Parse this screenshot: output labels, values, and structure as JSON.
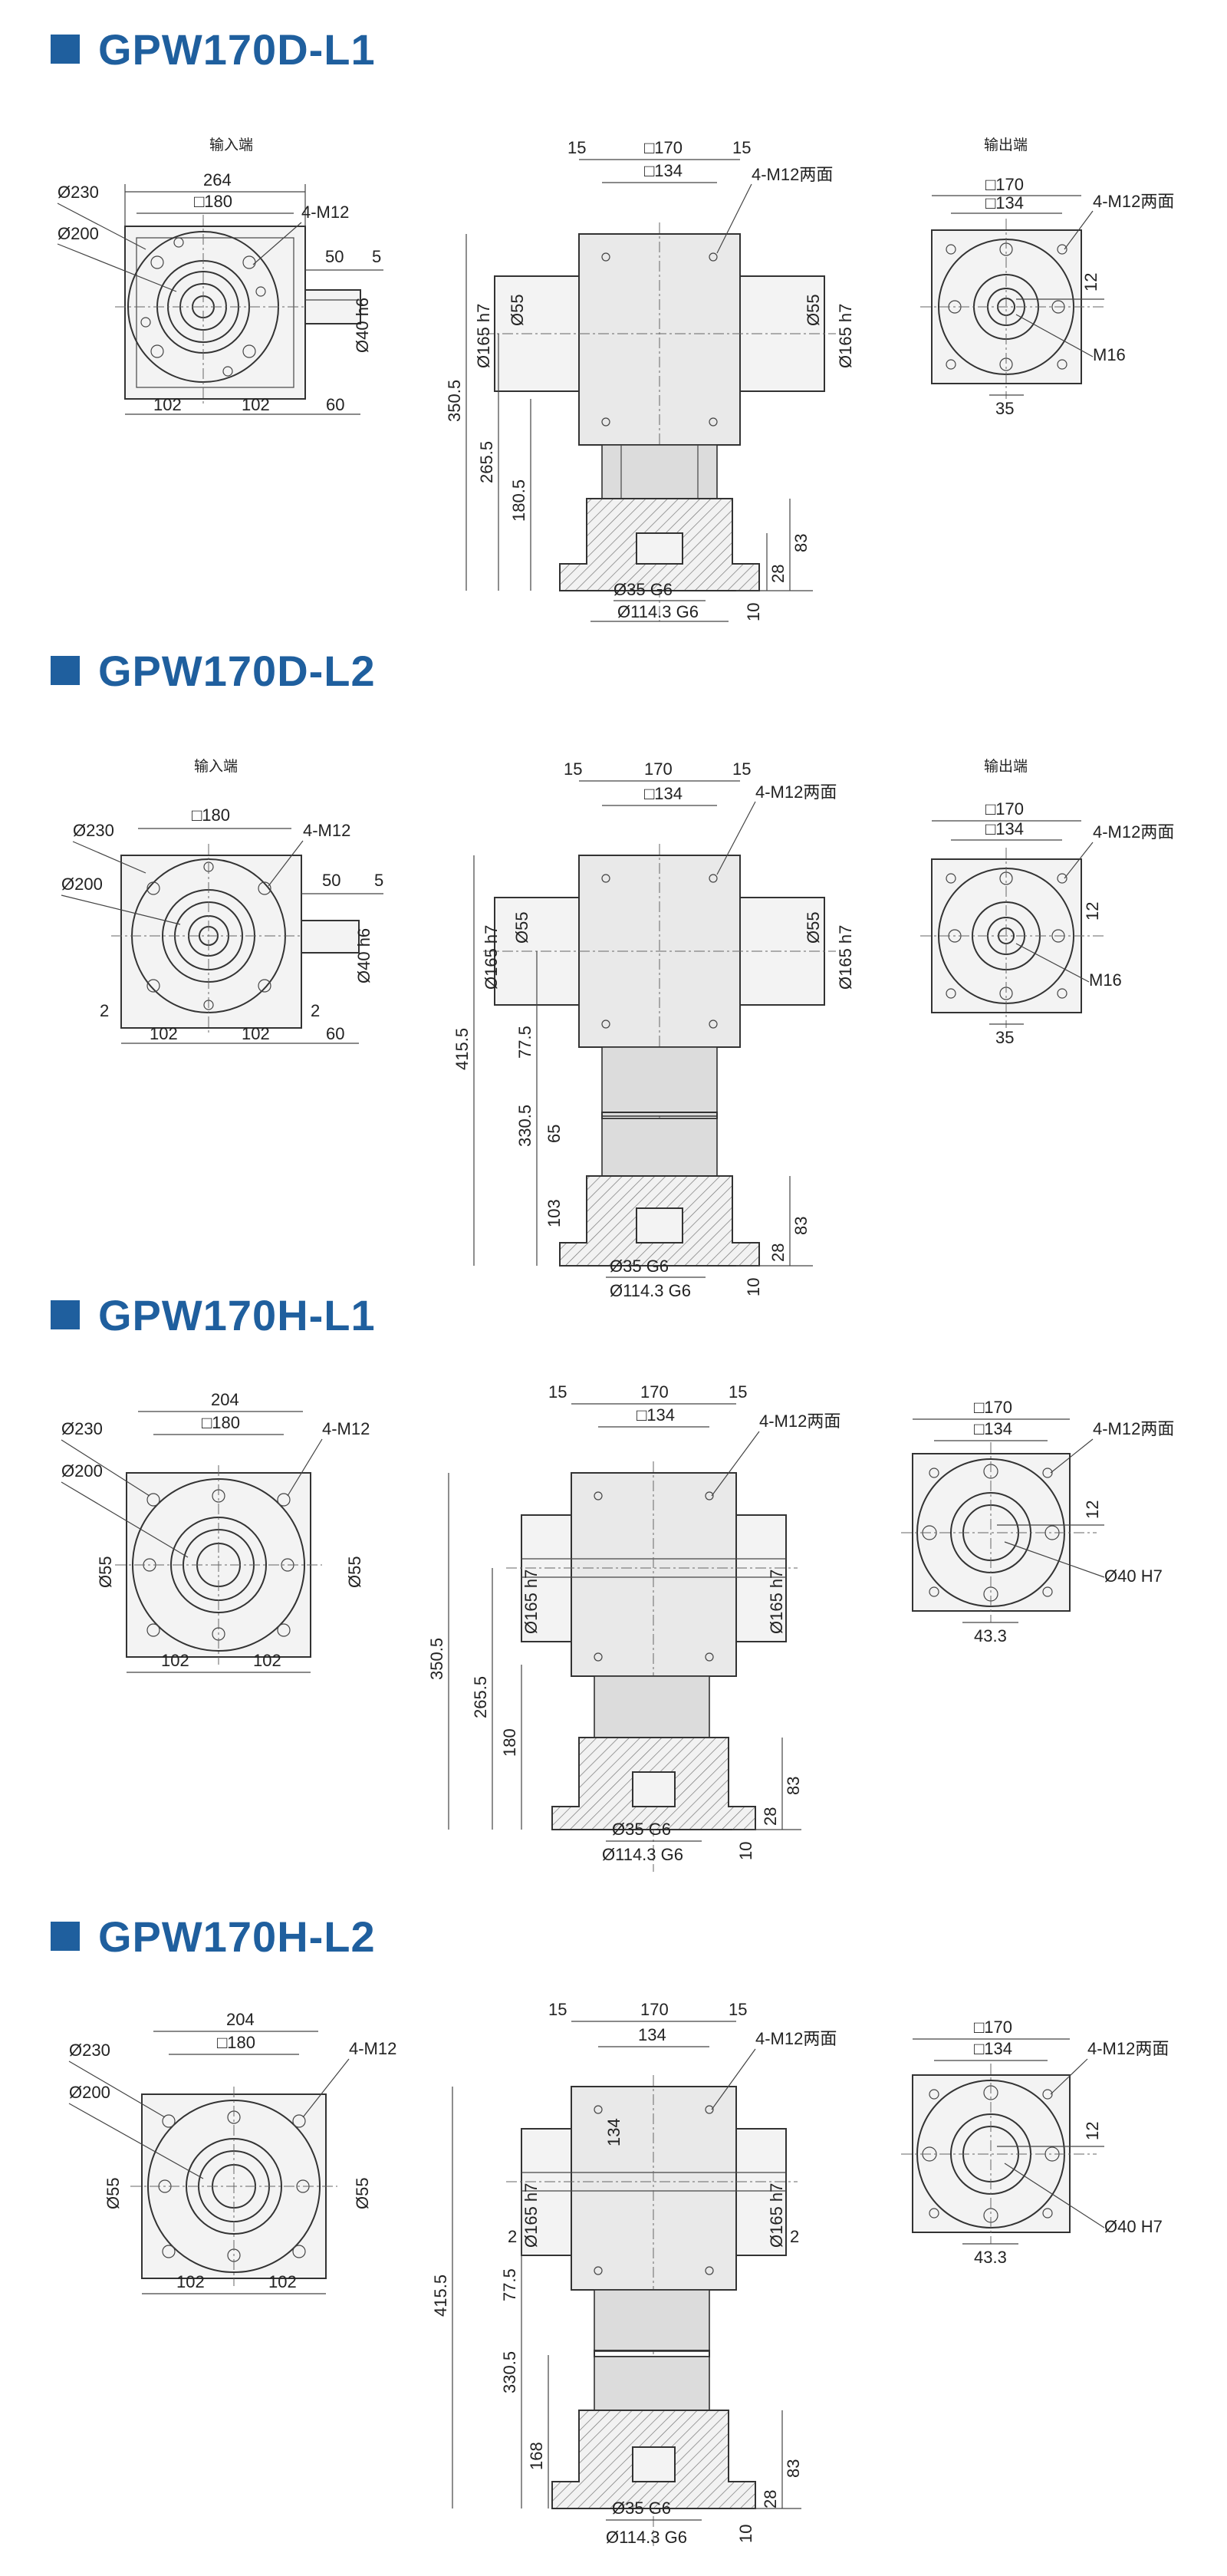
{
  "accent_color": "#1f5f9e",
  "views": {
    "input_end": "输入端",
    "output_end": "输出端"
  },
  "sections": [
    {
      "title": "GPW170D-L1",
      "left": {
        "d230": "Ø230",
        "d200": "Ø200",
        "w264": "264",
        "sq180": "□180",
        "m12": "4-M12",
        "k50": "50",
        "k5": "5",
        "d40": "Ø40 h6",
        "w102a": "102",
        "w102b": "102",
        "w60": "60"
      },
      "mid": {
        "w15a": "15",
        "sq170": "□170",
        "sq134": "□134",
        "w15b": "15",
        "m12": "4-M12两面",
        "d165a": "Ø165 h7",
        "d55a": "Ø55",
        "d55b": "Ø55",
        "d165b": "Ø165 h7",
        "h3505": "350.5",
        "h2655": "265.5",
        "h1805": "180.5",
        "v10": "10",
        "v28": "28",
        "v83": "83",
        "d35": "Ø35 G6",
        "d1143": "Ø114.3 G6"
      },
      "right": {
        "sq170": "□170",
        "sq134": "□134",
        "m12": "4-M12两面",
        "v12": "12",
        "m16": "M16",
        "w35": "35"
      }
    },
    {
      "title": "GPW170D-L2",
      "left": {
        "d230": "Ø230",
        "sq180": "□180",
        "m12": "4-M12",
        "d200": "Ø200",
        "k50": "50",
        "k5": "5",
        "d40": "Ø40 h6",
        "v2a": "2",
        "v2b": "2",
        "w102a": "102",
        "w102b": "102",
        "w60": "60"
      },
      "mid": {
        "w15a": "15",
        "w170": "170",
        "w15b": "15",
        "sq134": "□134",
        "m12": "4-M12两面",
        "d165a": "Ø165 h7",
        "d55a": "Ø55",
        "d55b": "Ø55",
        "d165b": "Ø165 h7",
        "h4155": "415.5",
        "h775": "77.5",
        "h3305": "330.5",
        "h65": "65",
        "h103": "103",
        "v10": "10",
        "v28": "28",
        "v83": "83",
        "d35": "Ø35 G6",
        "d1143": "Ø114.3 G6"
      },
      "right": {
        "sq170": "□170",
        "sq134": "□134",
        "m12": "4-M12两面",
        "v12": "12",
        "m16": "M16",
        "w35": "35"
      }
    },
    {
      "title": "GPW170H-L1",
      "left": {
        "w204": "204",
        "d230": "Ø230",
        "sq180": "□180",
        "m12": "4-M12",
        "d200": "Ø200",
        "d55a": "Ø55",
        "d55b": "Ø55",
        "w102a": "102",
        "w102b": "102"
      },
      "mid": {
        "w15a": "15",
        "w170": "170",
        "w15b": "15",
        "sq134": "□134",
        "m12": "4-M12两面",
        "d165a": "Ø165 h7",
        "d165b": "Ø165 h7",
        "h3505": "350.5",
        "h2655": "265.5",
        "h180": "180",
        "v10": "10",
        "v28": "28",
        "v83": "83",
        "d35": "Ø35 G6",
        "d1143": "Ø114.3 G6"
      },
      "right": {
        "sq170": "□170",
        "sq134": "□134",
        "m12": "4-M12两面",
        "v12": "12",
        "d40": "Ø40 H7",
        "w433": "43.3"
      }
    },
    {
      "title": "GPW170H-L2",
      "left": {
        "w204": "204",
        "d230": "Ø230",
        "sq180": "□180",
        "m12": "4-M12",
        "d200": "Ø200",
        "d55a": "Ø55",
        "d55b": "Ø55",
        "w102a": "102",
        "w102b": "102"
      },
      "mid": {
        "w15a": "15",
        "w170": "170",
        "w15b": "15",
        "w134": "134",
        "m12": "4-M12两面",
        "v134": "134",
        "d165a": "Ø165 h7",
        "d165b": "Ø165 h7",
        "v2a": "2",
        "v2b": "2",
        "h4155": "415.5",
        "h775": "77.5",
        "h3305": "330.5",
        "h168": "168",
        "v10": "10",
        "v28": "28",
        "v83": "83",
        "d35": "Ø35 G6",
        "d1143": "Ø114.3 G6"
      },
      "right": {
        "sq170": "□170",
        "sq134": "□134",
        "m12": "4-M12两面",
        "v12": "12",
        "d40": "Ø40 H7",
        "w433": "43.3"
      }
    }
  ]
}
